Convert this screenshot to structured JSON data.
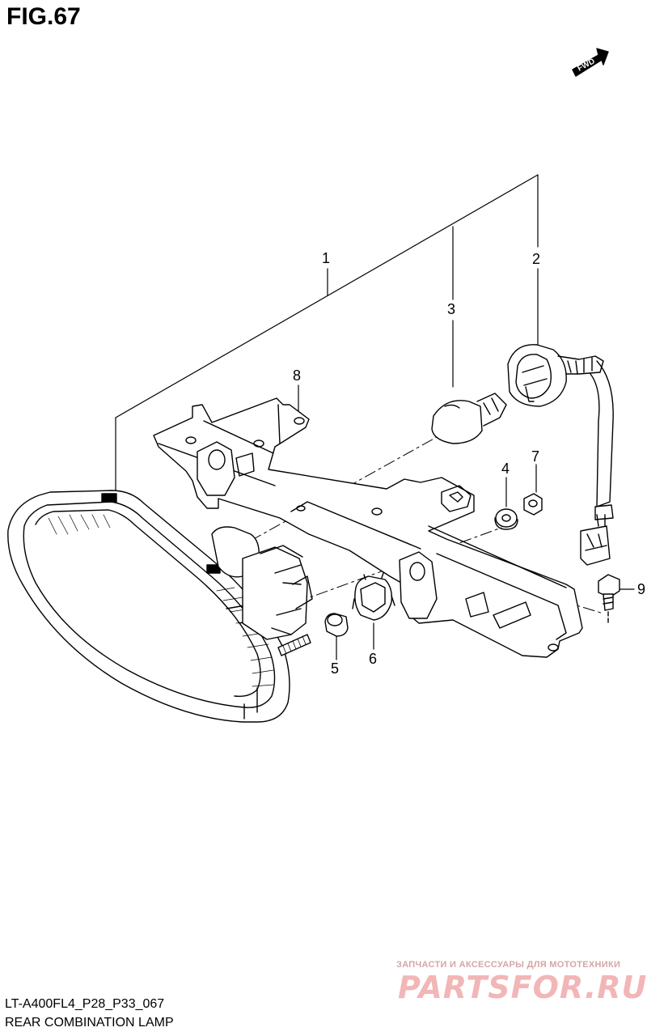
{
  "figure": {
    "title": "FIG.67",
    "code": "LT-A400FL4_P28_P33_067",
    "caption": "REAR COMBINATION LAMP",
    "fwd_label": "FWD"
  },
  "callouts": [
    {
      "id": "1",
      "label": "1"
    },
    {
      "id": "2",
      "label": "2"
    },
    {
      "id": "3",
      "label": "3"
    },
    {
      "id": "4",
      "label": "4"
    },
    {
      "id": "5",
      "label": "5"
    },
    {
      "id": "6",
      "label": "6"
    },
    {
      "id": "7",
      "label": "7"
    },
    {
      "id": "8",
      "label": "8"
    },
    {
      "id": "9",
      "label": "9"
    }
  ],
  "watermark": {
    "top_text": "ЗАПЧАСТИ И АКСЕССУАРЫ ДЛЯ МОТОТЕХНИКИ",
    "brand": "PARTSFOR.RU"
  }
}
